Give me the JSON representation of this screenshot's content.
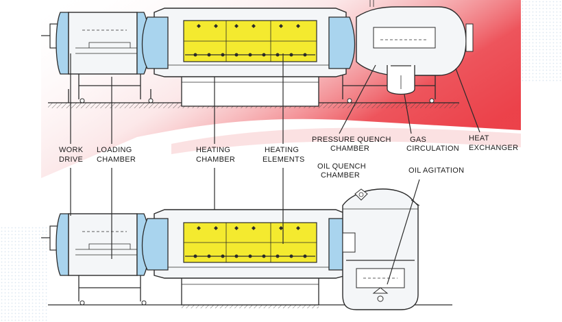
{
  "labels": {
    "work_drive_1": "WORK",
    "work_drive_2": "DRIVE",
    "loading_1": "LOADING",
    "loading_2": "CHAMBER",
    "heating_1": "HEATING",
    "heating_2": "CHAMBER",
    "elements_1": "HEATING",
    "elements_2": "ELEMENTS",
    "pressure_1": "PRESSURE QUENCH",
    "pressure_2": "CHAMBER",
    "gas_1": "GAS",
    "gas_2": "CIRCULATION",
    "exch_1": "HEAT",
    "exch_2": "EXCHANGER",
    "oilq_1": "OIL QUENCH",
    "oilq_2": "CHAMBER",
    "oil_agit": "OIL AGITATION"
  },
  "colors": {
    "background_red": "#e8202a",
    "heating_zone": "#f4ea2f",
    "end_caps": "#a9d4ee",
    "shell": "#f4f6f8",
    "outline": "#2a2a2a"
  }
}
